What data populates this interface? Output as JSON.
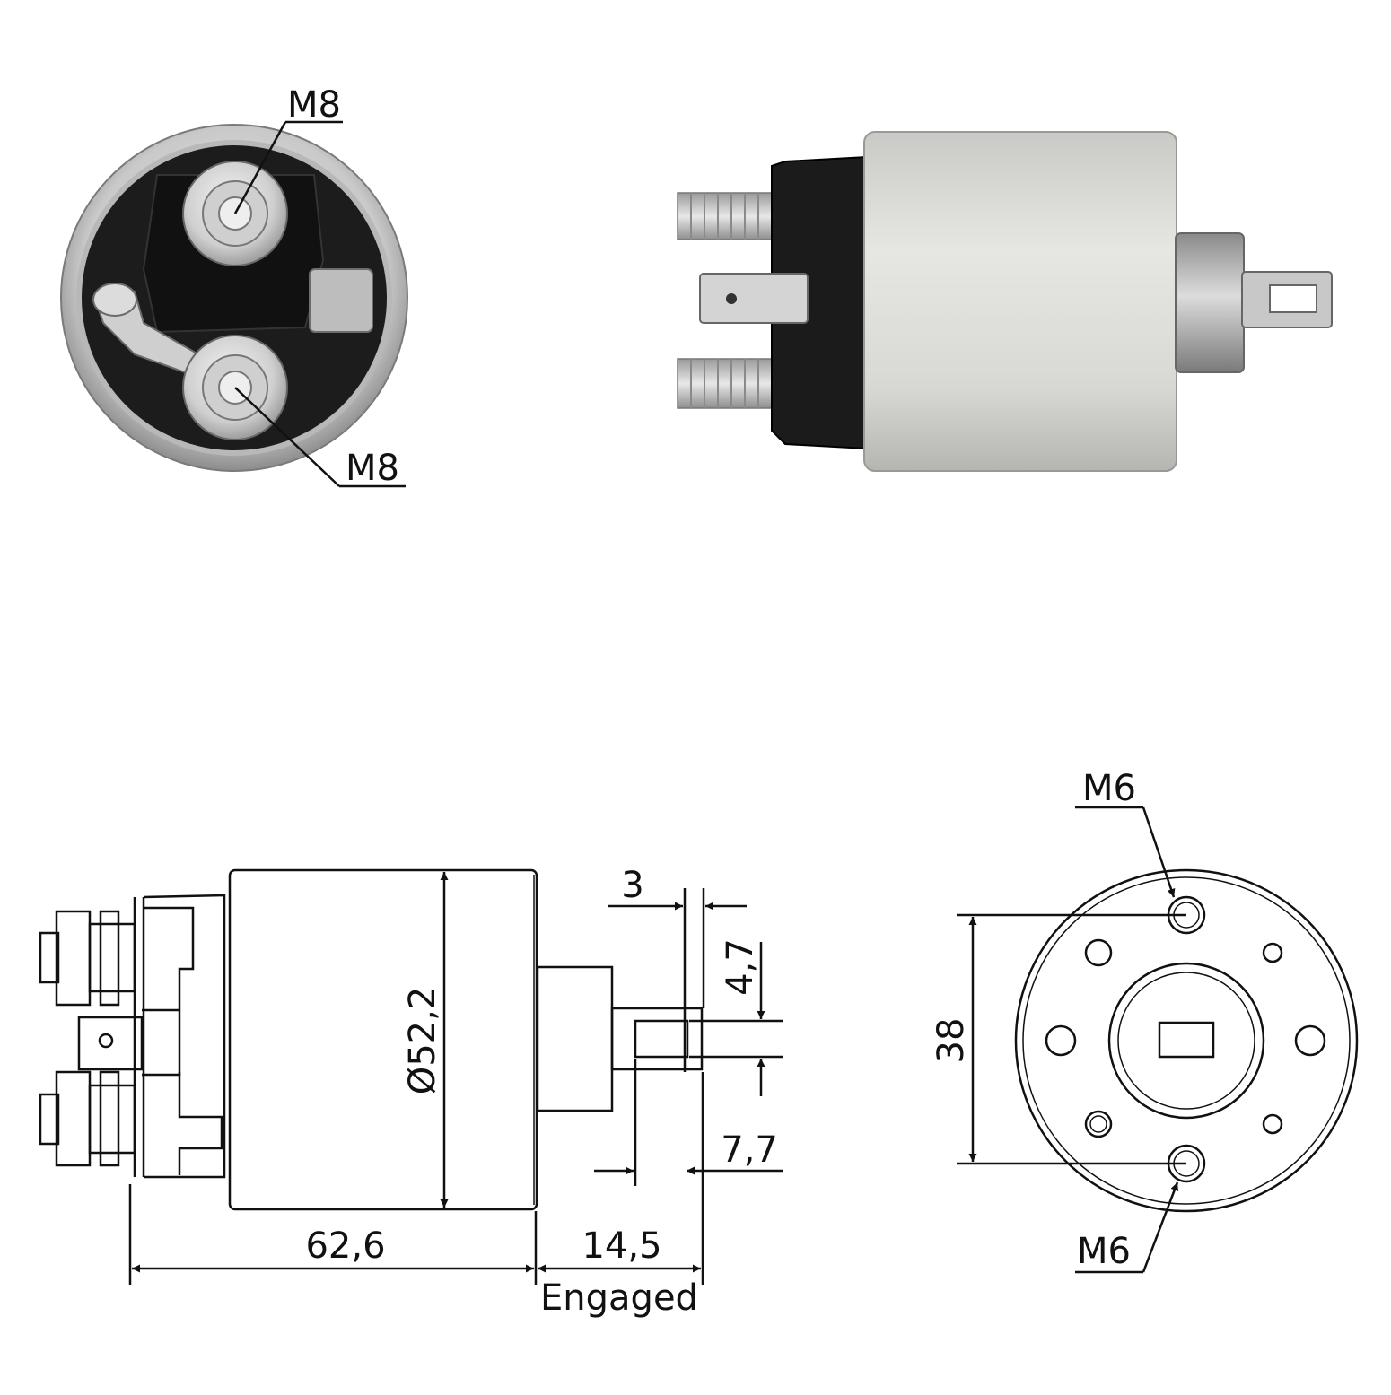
{
  "labels": {
    "end_terminal_top": "M8",
    "end_terminal_bottom": "M8",
    "length_body": "62,6",
    "plunger_travel": "14,5",
    "plunger_state": "Engaged",
    "body_diameter": "Ø52,2",
    "slot_offset": "3",
    "slot_width": "4,7",
    "slot_depth": "7,7",
    "mount_spacing": "38",
    "mount_hole_top": "M6",
    "mount_hole_bottom": "M6"
  },
  "colors": {
    "housing": "#d9d9d6",
    "cap": "#1e1e1e",
    "metal": "#c8c8c8",
    "line": "#111111"
  }
}
